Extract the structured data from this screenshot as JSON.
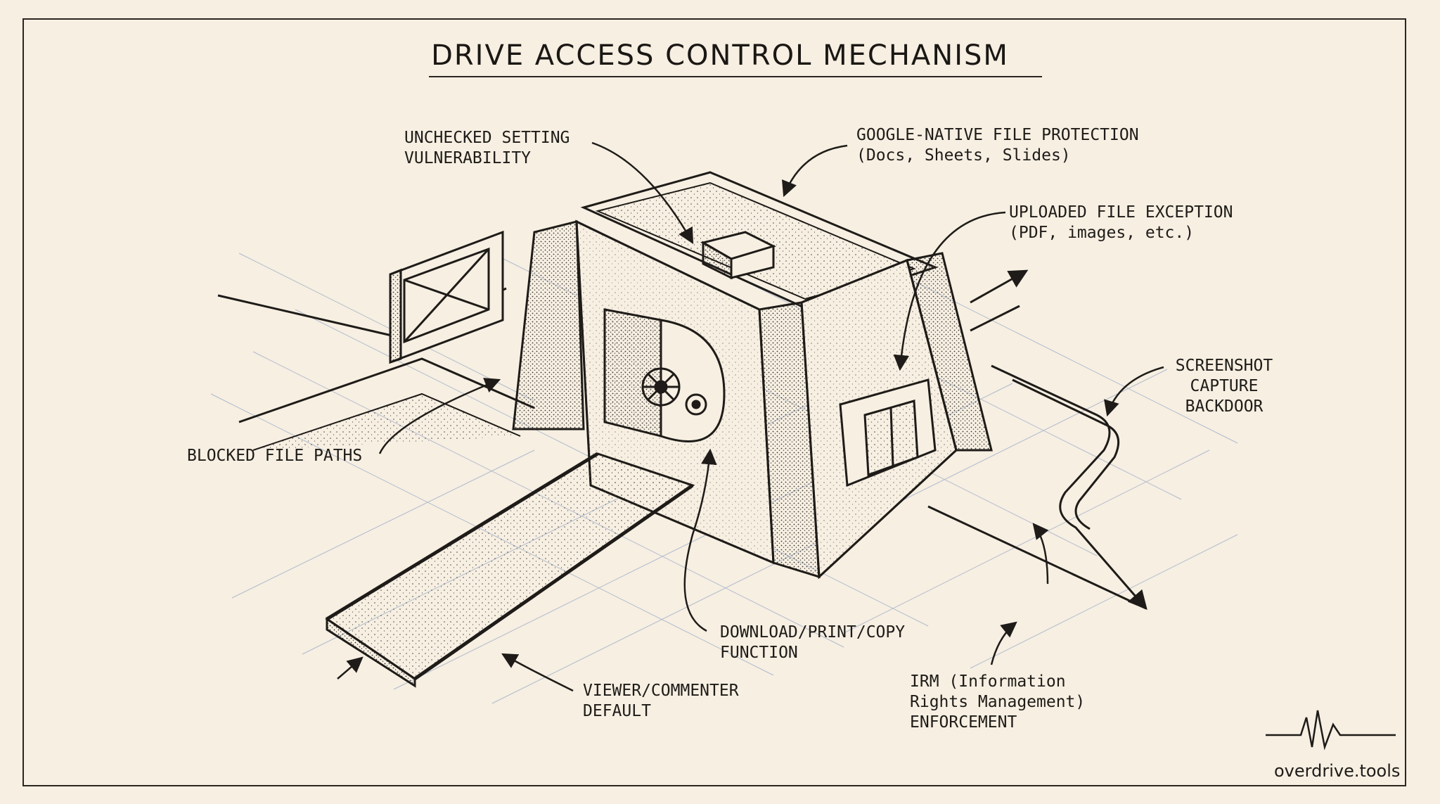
{
  "title": "DRIVE ACCESS CONTROL MECHANISM",
  "labels": {
    "unchecked": [
      "UNCHECKED SETTING",
      "VULNERABILITY"
    ],
    "google_native": [
      "GOOGLE-NATIVE FILE PROTECTION",
      "(Docs, Sheets, Slides)"
    ],
    "uploaded": [
      "UPLOADED FILE EXCEPTION",
      "(PDF, images, etc.)"
    ],
    "screenshot": [
      "SCREENSHOT",
      "CAPTURE",
      "BACKDOOR"
    ],
    "blocked": [
      "BLOCKED FILE PATHS"
    ],
    "download": [
      "DOWNLOAD/PRINT/COPY",
      "FUNCTION"
    ],
    "viewer": [
      "VIEWER/COMMENTER",
      "DEFAULT"
    ],
    "irm": [
      "IRM (Information",
      "Rights Management)",
      "ENFORCEMENT"
    ]
  },
  "brand": "overdrive.tools",
  "colors": {
    "paper": "#f6efe2",
    "ink": "#1e1b18",
    "grid": "#9aa8c4"
  }
}
